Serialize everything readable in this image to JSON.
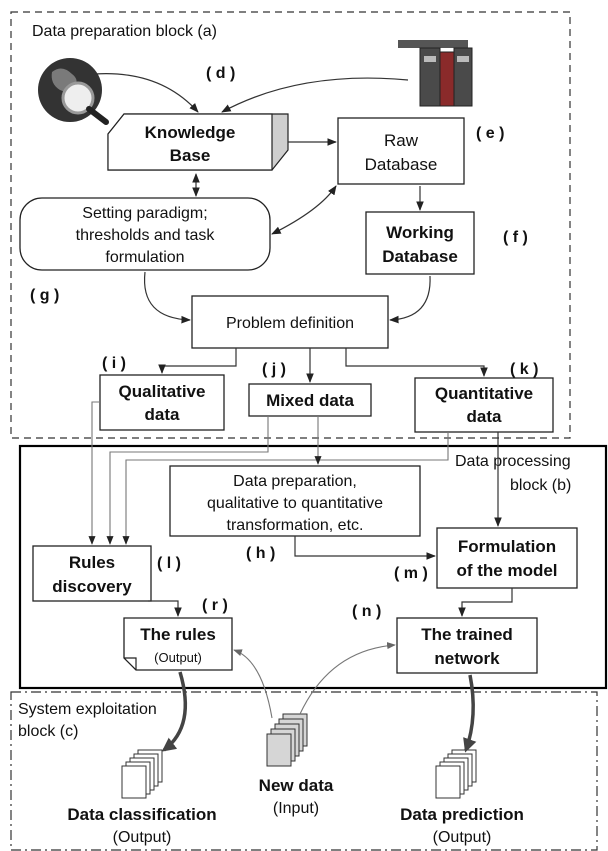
{
  "blocks": {
    "prep": "Data preparation block (a)",
    "proc_line1": "Data processing",
    "proc_line2": "block (b)",
    "exploit_line1": "System exploitation",
    "exploit_line2": "block (c)"
  },
  "nodes": {
    "knowledge_base": [
      "Knowledge",
      "Base"
    ],
    "raw_database": [
      "Raw",
      "Database"
    ],
    "working_database": [
      "Working",
      "Database"
    ],
    "setting_paradigm": [
      "Setting paradigm;",
      "thresholds and task",
      "formulation"
    ],
    "problem_definition": "Problem definition",
    "qualitative_data": [
      "Qualitative",
      "data"
    ],
    "mixed_data": "Mixed data",
    "quantitative_data": [
      "Quantitative",
      "data"
    ],
    "data_preparation": [
      "Data preparation,",
      "qualitative to quantitative",
      "transformation, etc."
    ],
    "rules_discovery": [
      "Rules",
      "discovery"
    ],
    "formulation_model": [
      "Formulation",
      "of the model"
    ],
    "the_rules": "The rules",
    "the_rules_sub": "(Output)",
    "trained_network": [
      "The trained",
      "network"
    ],
    "new_data": "New data",
    "new_data_sub": "(Input)",
    "data_classification": "Data classification",
    "data_classification_sub": "(Output)",
    "data_prediction": "Data prediction",
    "data_prediction_sub": "(Output)"
  },
  "labels": {
    "d": "( d )",
    "e": "( e )",
    "f": "( f )",
    "g": "( g )",
    "i": "( i )",
    "j": "( j )",
    "k": "( k )",
    "h": "( h )",
    "l": "( l )",
    "m": "( m )",
    "r": "( r )",
    "n": "( n )"
  },
  "colors": {
    "processing_block_border": "#000000",
    "book_red": "#8a2a2a",
    "book_gray": "#4a4a4a",
    "globe_dark": "#333333"
  }
}
